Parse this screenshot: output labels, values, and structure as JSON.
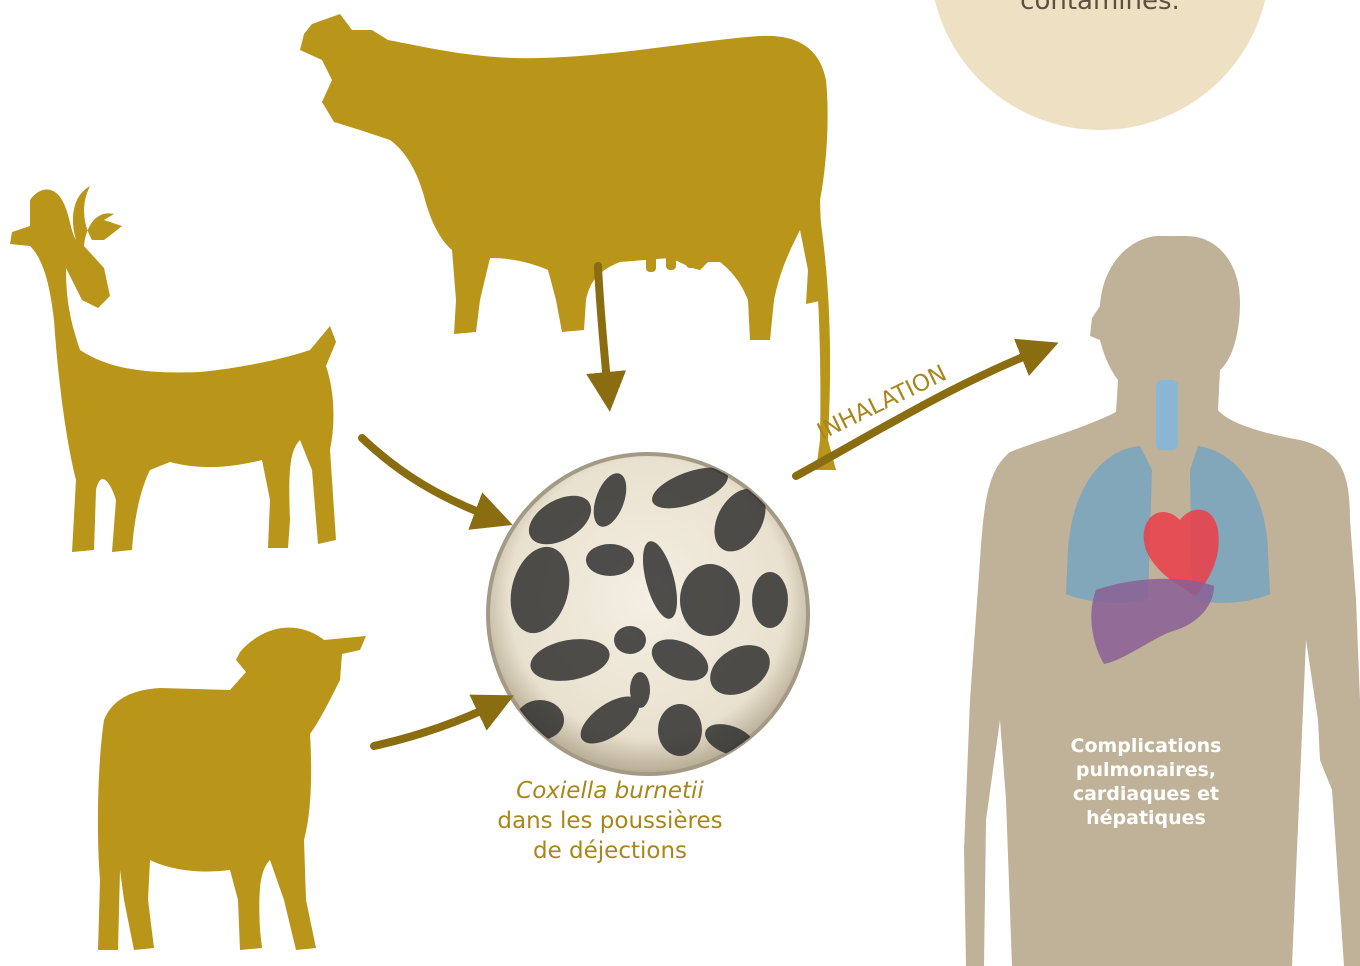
{
  "colors": {
    "animal": "#b99519",
    "caption": "#a8861c",
    "arrow": "#8a6d10",
    "body": "#bfb299",
    "bubble": "#ede0c3",
    "lungs": "#6ea2c6",
    "heart": "#e8424d",
    "liver": "#8a5f95"
  },
  "icons": {
    "cow": "cow-icon",
    "goat": "goat-icon",
    "sheep": "sheep-icon",
    "human": "human-silhouette-icon",
    "bacteria": "bacteria-micrograph-icon"
  },
  "bubble_text": "contaminés.",
  "inhalation_label": "INHALATION",
  "caption": {
    "species": "Coxiella burnetii",
    "line2": "dans les poussières",
    "line3": "de déjections"
  },
  "human_label": {
    "line1": "Complications",
    "line2": "pulmonaires,",
    "line3": "cardiaques et",
    "line4": "hépatiques"
  }
}
